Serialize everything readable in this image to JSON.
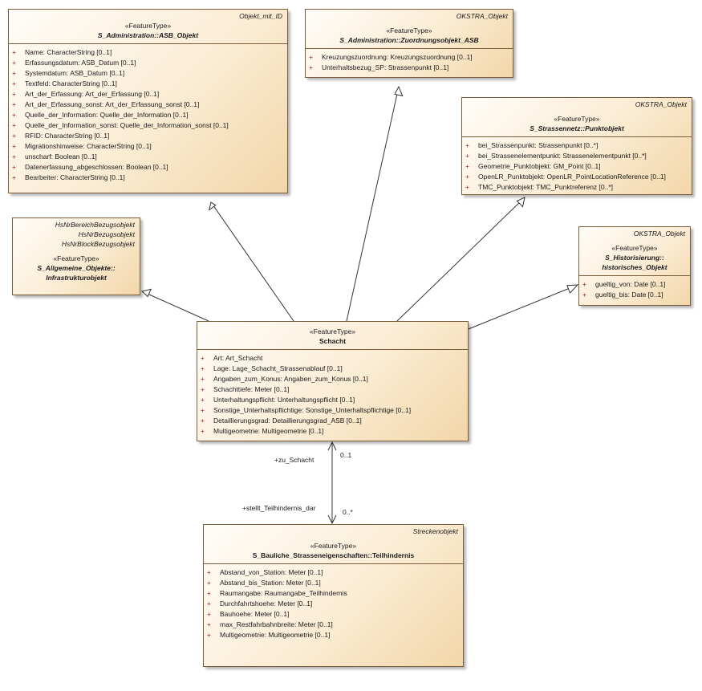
{
  "classes": {
    "asb_objekt": {
      "parent": "Objekt_mit_ID",
      "stereotype": "«FeatureType»",
      "name": "S_Administration::ASB_Objekt",
      "attributes": [
        {
          "vis": "+",
          "text": "Name: CharacterString [0..1]"
        },
        {
          "vis": "+",
          "text": "Erfassungsdatum: ASB_Datum [0..1]"
        },
        {
          "vis": "+",
          "text": "Systemdatum: ASB_Datum [0..1]"
        },
        {
          "vis": "+",
          "text": "Textfeld: CharacterString [0..1]"
        },
        {
          "vis": "+",
          "text": "Art_der_Erfassung: Art_der_Erfassung [0..1]"
        },
        {
          "vis": "+",
          "text": "Art_der_Erfassung_sonst: Art_der_Erfassung_sonst [0..1]"
        },
        {
          "vis": "+",
          "text": "Quelle_der_Information: Quelle_der_Information [0..1]"
        },
        {
          "vis": "+",
          "text": "Quelle_der_Information_sonst: Quelle_der_Information_sonst [0..1]"
        },
        {
          "vis": "+",
          "text": "RFID: CharacterString [0..1]"
        },
        {
          "vis": "+",
          "text": "Migrationshinweise: CharacterString [0..1]"
        },
        {
          "vis": "+",
          "text": "unscharf: Boolean [0..1]"
        },
        {
          "vis": "+",
          "text": "Datenerfassung_abgeschlossen: Boolean [0..1]"
        },
        {
          "vis": "+",
          "text": "Bearbeiter: CharacterString [0..1]"
        }
      ]
    },
    "zuordnungsobjekt": {
      "parent": "OKSTRA_Objekt",
      "stereotype": "«FeatureType»",
      "name": "S_Administration::Zuordnungsobjekt_ASB",
      "attributes": [
        {
          "vis": "+",
          "text": "Kreuzungszuordnung: Kreuzungszuordnung [0..1]"
        },
        {
          "vis": "+",
          "text": "Unterhaltsbezug_SP: Strassenpunkt [0..1]"
        }
      ]
    },
    "punktobjekt": {
      "parent": "OKSTRA_Objekt",
      "stereotype": "«FeatureType»",
      "name": "S_Strassennetz::Punktobjekt",
      "attributes": [
        {
          "vis": "+",
          "text": "bei_Strassenpunkt: Strassenpunkt [0..*]"
        },
        {
          "vis": "+",
          "text": "bei_Strassenelementpunkt: Strassenelementpunkt [0..*]"
        },
        {
          "vis": "+",
          "text": "Geometrie_Punktobjekt: GM_Point [0..1]"
        },
        {
          "vis": "+",
          "text": "OpenLR_Punktobjekt: OpenLR_PointLocationReference [0..1]"
        },
        {
          "vis": "+",
          "text": "TMC_Punktobjekt: TMC_Punktreferenz [0..*]"
        }
      ]
    },
    "infrastrukturobjekt": {
      "parents": [
        "HsNrBereichBezugsobjekt",
        "HsNrBezugsobjekt",
        "HsNrBlockBezugsobjekt"
      ],
      "stereotype": "«FeatureType»",
      "name_line1": "S_Allgemeine_Objekte::",
      "name_line2": "Infrastrukturobjekt"
    },
    "historisches_objekt": {
      "parent": "OKSTRA_Objekt",
      "stereotype": "«FeatureType»",
      "name_line1": "S_Historisierung::",
      "name_line2": "historisches_Objekt",
      "attributes": [
        {
          "vis": "+",
          "text": "gueltig_von: Date [0..1]"
        },
        {
          "vis": "+",
          "text": "gueltig_bis: Date [0..1]"
        }
      ]
    },
    "schacht": {
      "stereotype": "«FeatureType»",
      "name": "Schacht",
      "attributes": [
        {
          "vis": "+",
          "text": "Art: Art_Schacht"
        },
        {
          "vis": "+",
          "text": "Lage: Lage_Schacht_Strassenablauf [0..1]"
        },
        {
          "vis": "+",
          "text": "Angaben_zum_Konus: Angaben_zum_Konus [0..1]"
        },
        {
          "vis": "+",
          "text": "Schachttiefe: Meter [0..1]"
        },
        {
          "vis": "+",
          "text": "Unterhaltungspflicht: Unterhaltungspflicht [0..1]"
        },
        {
          "vis": "+",
          "text": "Sonstige_Unterhaltspflichtige: Sonstige_Unterhaltspflichtige [0..1]"
        },
        {
          "vis": "+",
          "text": "Detaillierungsgrad: Detaillierungsgrad_ASB [0..1]"
        },
        {
          "vis": "+",
          "text": "Multigeometrie: Multigeometrie [0..1]"
        }
      ]
    },
    "teilhindernis": {
      "parent": "Streckenobjekt",
      "stereotype": "«FeatureType»",
      "name": "S_Bauliche_Strasseneigenschaften::Teilhindernis",
      "attributes": [
        {
          "vis": "+",
          "text": "Abstand_von_Station: Meter [0..1]"
        },
        {
          "vis": "+",
          "text": "Abstand_bis_Station: Meter [0..1]"
        },
        {
          "vis": "+",
          "text": "Raumangabe: Raumangabe_Teilhindernis"
        },
        {
          "vis": "+",
          "text": "Durchfahrtshoehe: Meter [0..1]"
        },
        {
          "vis": "+",
          "text": "Bauhoehe: Meter [0..1]"
        },
        {
          "vis": "+",
          "text": "max_Restfahrbahnbreite: Meter [0..1]"
        },
        {
          "vis": "+",
          "text": "Multigeometrie: Multigeometrie [0..1]"
        }
      ]
    }
  },
  "association": {
    "role_upper": "+zu_Schacht",
    "mult_upper": "0..1",
    "role_lower": "+stellt_Teilhindernis_dar",
    "mult_lower": "0..*"
  },
  "colors": {
    "border": "#7a5c3a",
    "visibility": "#a02020",
    "line": "#333333"
  }
}
